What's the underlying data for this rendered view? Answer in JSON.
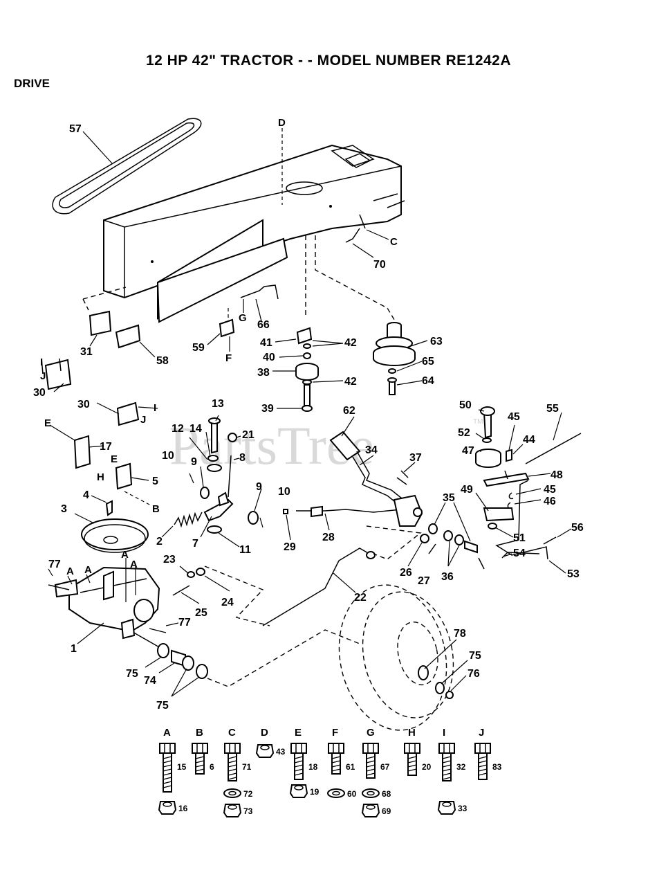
{
  "header": {
    "title": "12 HP 42\"  TRACTOR - - MODEL NUMBER RE1242A",
    "section": "DRIVE"
  },
  "watermark": {
    "text": "PartsTree",
    "tm": "TM"
  },
  "callouts": {
    "c1": "1",
    "c2": "2",
    "c3": "3",
    "c4": "4",
    "c5": "5",
    "c7": "7",
    "c8": "8",
    "c9a": "9",
    "c9b": "9",
    "c10a": "10",
    "c10b": "10",
    "c11": "11",
    "c12": "12",
    "c13": "13",
    "c14": "14",
    "c17": "17",
    "c21": "21",
    "c22": "22",
    "c23": "23",
    "c24": "24",
    "c25": "25",
    "c26": "26",
    "c27": "27",
    "c28": "28",
    "c29": "29",
    "c30a": "30",
    "c30b": "30",
    "c31": "31",
    "c34": "34",
    "c35": "35",
    "c36": "36",
    "c37": "37",
    "c38": "38",
    "c39": "39",
    "c40": "40",
    "c41": "41",
    "c42a": "42",
    "c42b": "42",
    "c44": "44",
    "c45a": "45",
    "c45b": "45",
    "c46": "46",
    "c47": "47",
    "c48": "48",
    "c49": "49",
    "c50": "50",
    "c51": "51",
    "c52": "52",
    "c53": "53",
    "c54": "54",
    "c55": "55",
    "c56": "56",
    "c57": "57",
    "c58": "58",
    "c59": "59",
    "c62": "62",
    "c63": "63",
    "c64": "64",
    "c65": "65",
    "c66": "66",
    "c70": "70",
    "c74": "74",
    "c75a": "75",
    "c75b": "75",
    "c75c": "75",
    "c76": "76",
    "c77a": "77",
    "c77b": "77",
    "c78": "78"
  },
  "ref_letters": {
    "D_top": "D",
    "C_right": "C",
    "G_mid": "G",
    "F_mid": "F",
    "I_30a": "I",
    "J_30a": "J",
    "I_30b": "I",
    "J_30b": "J",
    "E_17": "E",
    "E_5": "E",
    "H_5": "H",
    "B_5": "B",
    "A_1": "A",
    "A_2": "A",
    "A_3": "A",
    "A_4": "A"
  },
  "hardware_legend": [
    {
      "letter": "A",
      "bolt": "15",
      "nut": "16",
      "washer": ""
    },
    {
      "letter": "B",
      "bolt": "6",
      "nut": "",
      "washer": ""
    },
    {
      "letter": "C",
      "bolt": "71",
      "nut": "73",
      "washer": "72"
    },
    {
      "letter": "D",
      "bolt": "",
      "nut": "43",
      "washer": ""
    },
    {
      "letter": "E",
      "bolt": "18",
      "nut": "19",
      "washer": ""
    },
    {
      "letter": "F",
      "bolt": "61",
      "nut": "",
      "washer": "60"
    },
    {
      "letter": "G",
      "bolt": "67",
      "nut": "69",
      "washer": "68"
    },
    {
      "letter": "H",
      "bolt": "20",
      "nut": "",
      "washer": ""
    },
    {
      "letter": "I",
      "bolt": "32",
      "nut": "33",
      "washer": ""
    },
    {
      "letter": "J",
      "bolt": "83",
      "nut": "",
      "washer": ""
    }
  ]
}
